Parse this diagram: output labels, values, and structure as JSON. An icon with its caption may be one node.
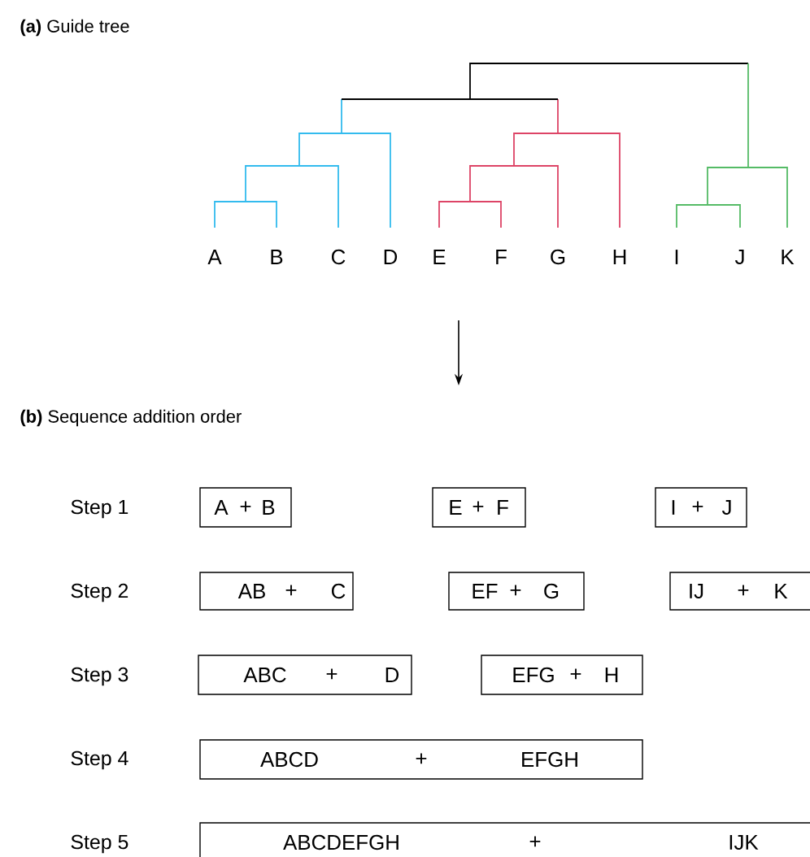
{
  "diagram": {
    "nodes": [
      {
        "text": [
          "A",
          "+",
          "B"
        ]
      },
      {
        "text": [
          "E",
          "+",
          "F"
        ]
      },
      {
        "text": [
          "I",
          "+",
          "J"
        ]
      },
      {
        "text": [
          "AB",
          "+",
          "C"
        ]
      },
      {
        "text": [
          "EF",
          "+",
          "G"
        ]
      },
      {
        "text": [
          "IJ",
          "+",
          "K"
        ]
      },
      {
        "text": [
          "ABC",
          "+",
          "D"
        ]
      },
      {
        "text": [
          "EFG",
          "+",
          "H"
        ]
      },
      {
        "text": [
          "ABCD",
          "+",
          "EFGH"
        ]
      },
      {
        "text": [
          "ABCDEFGH",
          "+",
          "IJK"
        ]
      }
    ],
    "labels": [
      "**(a)** Guide tree",
      "A",
      "B",
      "C",
      "D",
      "E",
      "F",
      "G",
      "H",
      "I",
      "J",
      "K",
      "**(b)** Sequence addition order",
      "Step 1",
      "Step 2",
      "Step 3",
      "Step 4",
      "Step 5"
    ]
  }
}
